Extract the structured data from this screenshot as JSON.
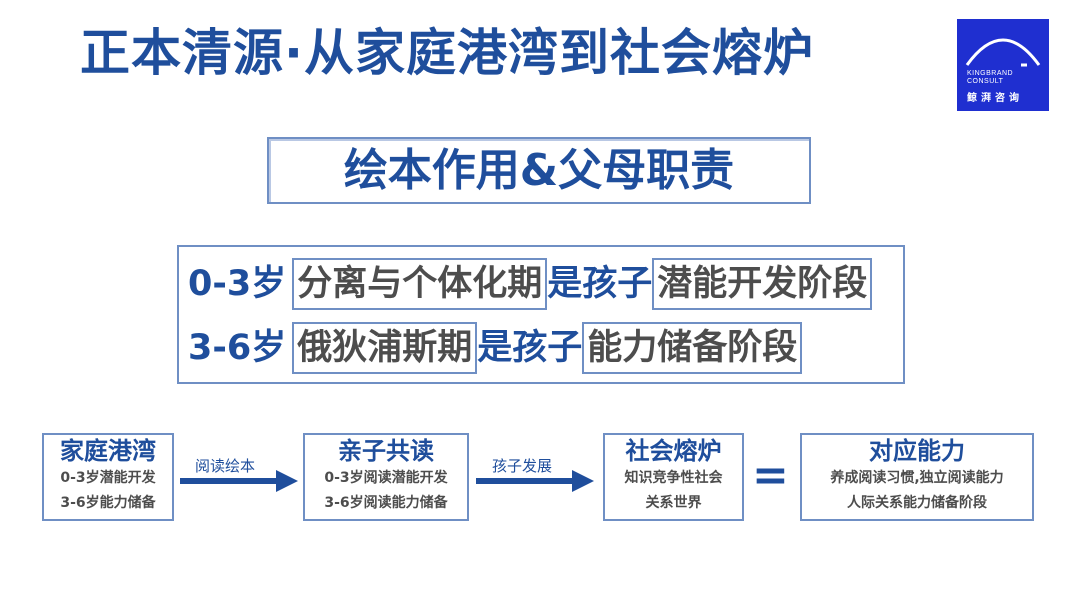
{
  "title": "正本清源·从家庭港湾到社会熔炉",
  "logo": {
    "en_line1": "KINGBRAND",
    "en_line2": "CONSULT",
    "cn": "鲸湃咨询",
    "color": "#1f2fd0"
  },
  "subtitle": "绘本作用&父母职责",
  "stages": [
    {
      "age": "0-3岁",
      "period": "分离与个体化期",
      "connector": "是孩子",
      "stage": "潜能开发阶段"
    },
    {
      "age": "3-6岁",
      "period": "俄狄浦斯期",
      "connector": "是孩子",
      "stage": "能力储备阶段"
    }
  ],
  "flow": {
    "boxes": [
      {
        "title": "家庭港湾",
        "lines": [
          "0-3岁潜能开发",
          "3-6岁能力储备"
        ]
      },
      {
        "title": "亲子共读",
        "lines": [
          "0-3岁阅读潜能开发",
          "3-6岁阅读能力储备"
        ]
      },
      {
        "title": "社会熔炉",
        "lines": [
          "知识竞争性社会",
          "关系世界"
        ]
      },
      {
        "title": "对应能力",
        "lines": [
          "养成阅读习惯,独立阅读能力",
          "人际关系能力储备阶段"
        ]
      }
    ],
    "arrows": [
      {
        "label": "阅读绘本"
      },
      {
        "label": "孩子发展"
      }
    ],
    "equals": "="
  },
  "colors": {
    "primary": "#1f4e9c",
    "border": "#6f8fc4",
    "gray_text": "#4d4d4d"
  }
}
